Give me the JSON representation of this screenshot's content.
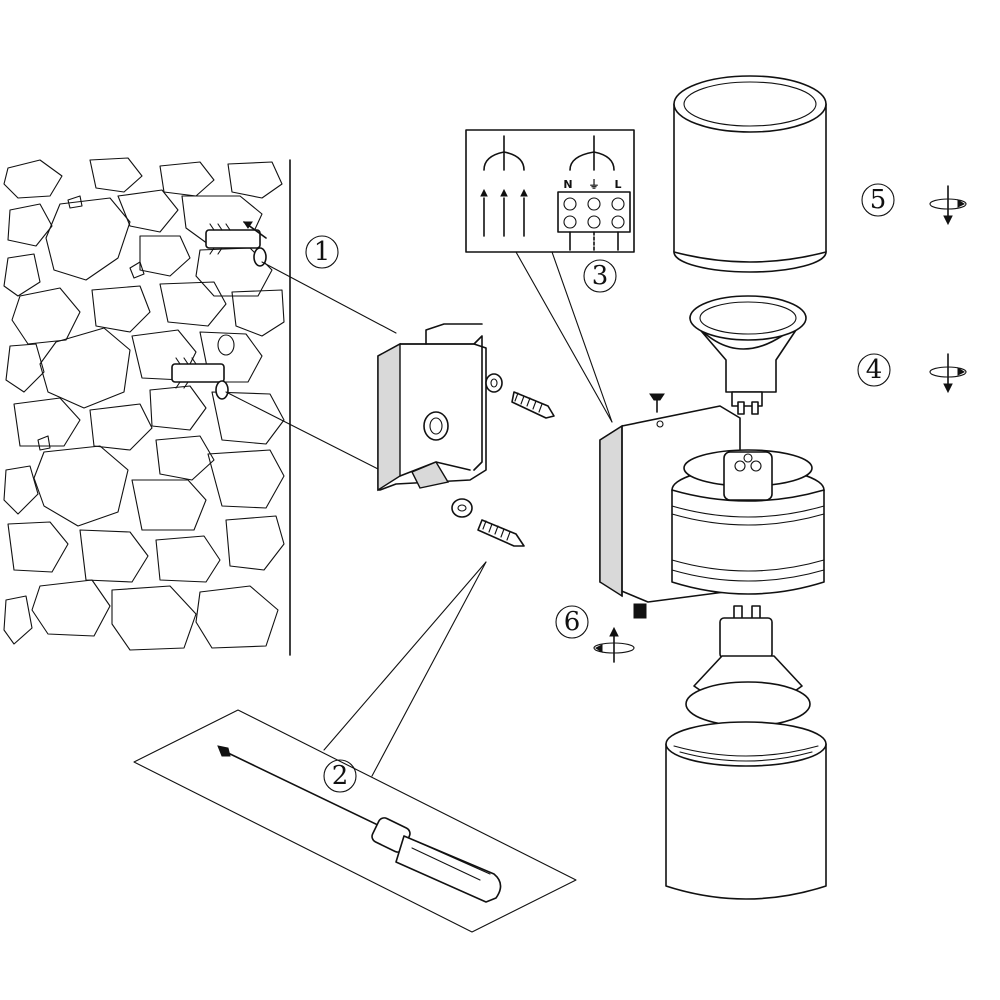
{
  "diagram": {
    "title": "Wall lamp installation diagram",
    "steps": [
      {
        "id": "step-1",
        "label": "1"
      },
      {
        "id": "step-2",
        "label": "2"
      },
      {
        "id": "step-3",
        "label": "3"
      },
      {
        "id": "step-4",
        "label": "4"
      },
      {
        "id": "step-5",
        "label": "5"
      },
      {
        "id": "step-6",
        "label": "6"
      }
    ],
    "terminals": {
      "neutral": "N",
      "earth": "⏚",
      "live": "L"
    }
  }
}
